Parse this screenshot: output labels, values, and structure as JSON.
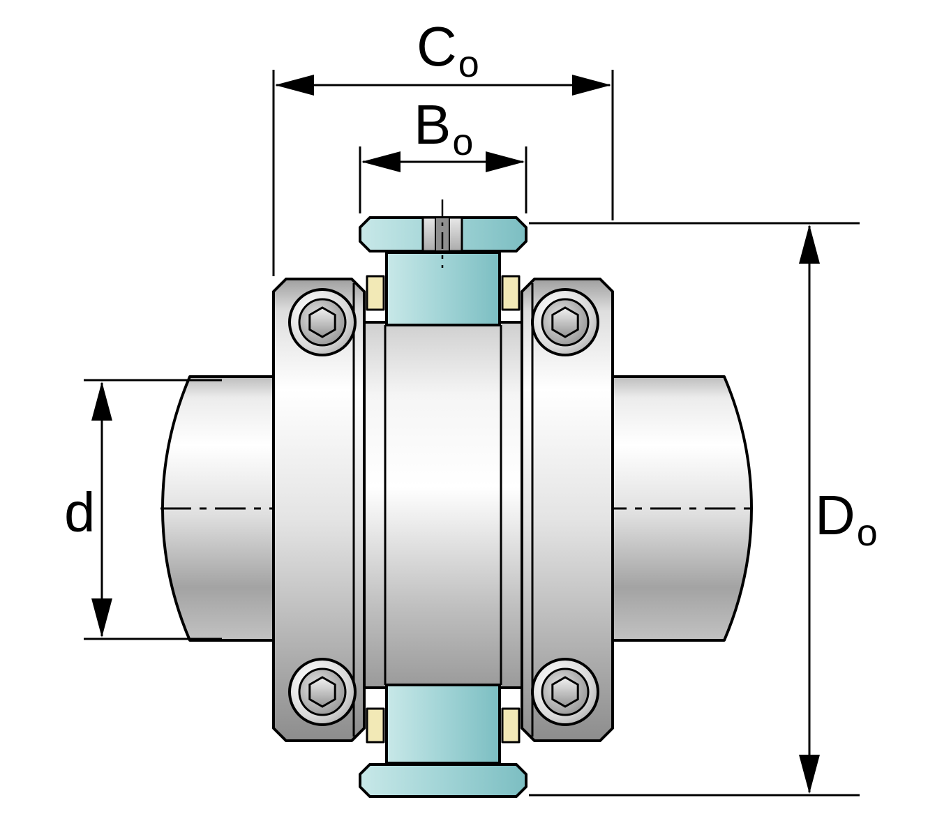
{
  "diagram": {
    "dimensions": {
      "co": {
        "main": "C",
        "sub": "o"
      },
      "bo": {
        "main": "B",
        "sub": "o"
      },
      "d": {
        "main": "d",
        "sub": ""
      },
      "do": {
        "main": "D",
        "sub": "o"
      }
    },
    "colors": {
      "outline": "#000000",
      "background": "#ffffff",
      "teal_light": "#c8e8e8",
      "teal": "#a5d6d8",
      "teal_dark": "#7cbec2",
      "cream": "#f2e9b6"
    }
  }
}
